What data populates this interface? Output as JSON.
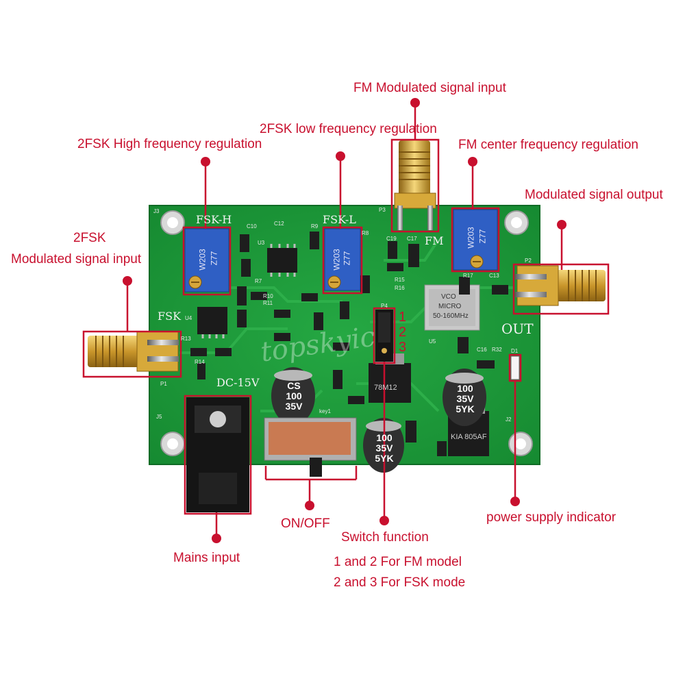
{
  "callouts": {
    "fm_input": "FM Modulated signal input",
    "fsk_low": "2FSK low frequency regulation",
    "fsk_high": "2FSK High frequency regulation",
    "fm_center": "FM center frequency regulation",
    "mod_output": "Modulated signal output",
    "fsk_input_line1": "2FSK",
    "fsk_input_line2": "Modulated signal input",
    "on_off": "ON/OFF",
    "switch_function": "Switch function",
    "switch_fm": "1 and 2 For FM model",
    "switch_fsk": "2 and 3 For FSK mode",
    "mains": "Mains input",
    "power_indicator": "power supply indicator"
  },
  "board": {
    "fsk_h": "FSK-H",
    "fsk_l": "FSK-L",
    "fm": "FM",
    "fsk": "FSK",
    "out": "OUT",
    "dc": "DC-15V",
    "pot_code": "W203",
    "pot_code2": "Z77",
    "vco": "50-160MHz",
    "vco2": "MICRO",
    "vco3": "VCO",
    "reg1": "78M12",
    "reg2": "KIA 805AF",
    "key": "key1",
    "cap_big_left": "CS\n100\n35V",
    "cap_big_right": "100\n35V\n5YK",
    "cap_bottom": "100\n35V\n5YK",
    "pins": [
      "1",
      "2",
      "3"
    ],
    "refs": [
      "J3",
      "J2",
      "J5",
      "P1",
      "P2",
      "P3",
      "P4",
      "U3",
      "U4",
      "U5",
      "R7",
      "R10",
      "R11",
      "R13",
      "R14",
      "R15",
      "R16",
      "R17",
      "R8",
      "R9",
      "C10",
      "C12",
      "C13",
      "C16",
      "C17",
      "C19",
      "D1",
      "R32"
    ],
    "watermark": "topskyic"
  },
  "colors": {
    "callout": "#c8102e",
    "pcb": "#1f9a3a",
    "pot": "#2f5fc4"
  }
}
